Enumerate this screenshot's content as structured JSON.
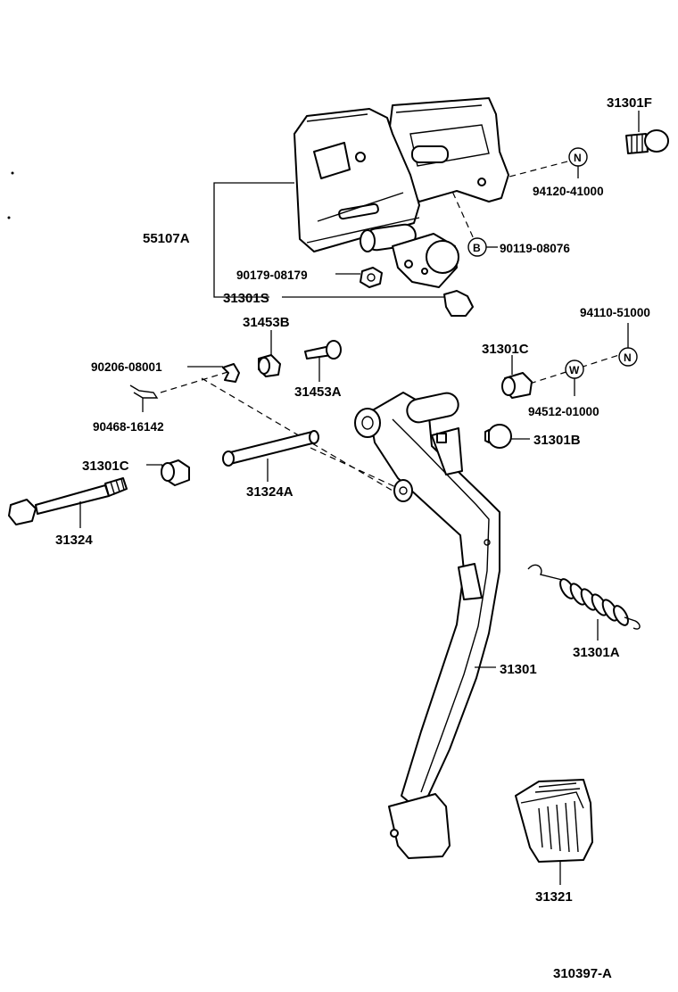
{
  "diagram_code": "310397-A",
  "callouts": {
    "p31301F": "31301F",
    "p94120": "94120-41000",
    "p90119": "90119-08076",
    "p55107A": "55107A",
    "p90179": "90179-08179",
    "p31301S": "31301S",
    "p31453B": "31453B",
    "p94110": "94110-51000",
    "p90206": "90206-08001",
    "p31453A": "31453A",
    "p31301C_top": "31301C",
    "p94512": "94512-01000",
    "p90468": "90468-16142",
    "p31301B": "31301B",
    "p31301C_left": "31301C",
    "p31324A": "31324A",
    "p31324": "31324",
    "p31301A": "31301A",
    "p31301": "31301",
    "p31321": "31321"
  },
  "symbols": {
    "nut_n": "N",
    "washer_w": "W",
    "bolt_b": "B"
  }
}
